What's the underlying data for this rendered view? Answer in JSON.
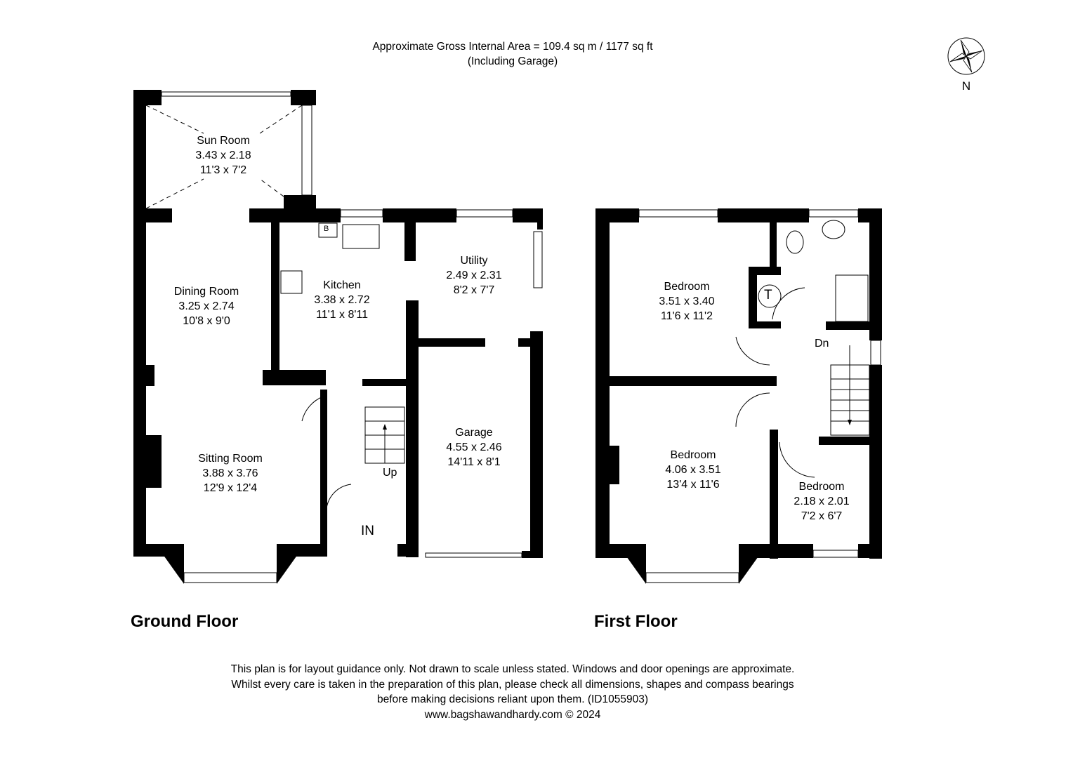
{
  "header": {
    "area_line": "Approximate Gross Internal Area = 109.4 sq m / 1177 sq ft",
    "note_line": "(Including Garage)"
  },
  "compass": {
    "icon": "compass-rose-icon",
    "label": "N"
  },
  "floors": [
    {
      "title": "Ground Floor",
      "rooms": [
        {
          "name": "Sun Room",
          "metric": "3.43 x 2.18",
          "imperial": "11'3 x 7'2"
        },
        {
          "name": "Dining Room",
          "metric": "3.25 x 2.74",
          "imperial": "10'8 x 9'0"
        },
        {
          "name": "Kitchen",
          "metric": "3.38 x 2.72",
          "imperial": "11'1 x 8'11"
        },
        {
          "name": "Utility",
          "metric": "2.49 x 2.31",
          "imperial": "8'2 x 7'7"
        },
        {
          "name": "Sitting Room",
          "metric": "3.88 x 3.76",
          "imperial": "12'9 x 12'4"
        },
        {
          "name": "Garage",
          "metric": "4.55 x 2.46",
          "imperial": "14'11 x 8'1"
        }
      ],
      "fixtures": {
        "boiler": "B",
        "stairs": "Up",
        "entrance": "IN"
      }
    },
    {
      "title": "First Floor",
      "rooms": [
        {
          "name": "Bedroom",
          "metric": "3.51 x 3.40",
          "imperial": "11'6 x 11'2"
        },
        {
          "name": "Bedroom",
          "metric": "4.06 x 3.51",
          "imperial": "13'4 x 11'6"
        },
        {
          "name": "Bedroom",
          "metric": "2.18 x 2.01",
          "imperial": "7'2 x 6'7"
        }
      ],
      "fixtures": {
        "tank": "T",
        "stairs": "Dn"
      }
    }
  ],
  "footer": {
    "line1": "This plan is for layout guidance only. Not drawn to scale unless stated. Windows and door openings are approximate.",
    "line2": "Whilst every care is taken in the preparation of this plan, please check all dimensions, shapes and compass bearings",
    "line3": "before making decisions reliant upon them. (ID1055903)",
    "line4": "www.bagshawandhardy.com © 2024"
  }
}
